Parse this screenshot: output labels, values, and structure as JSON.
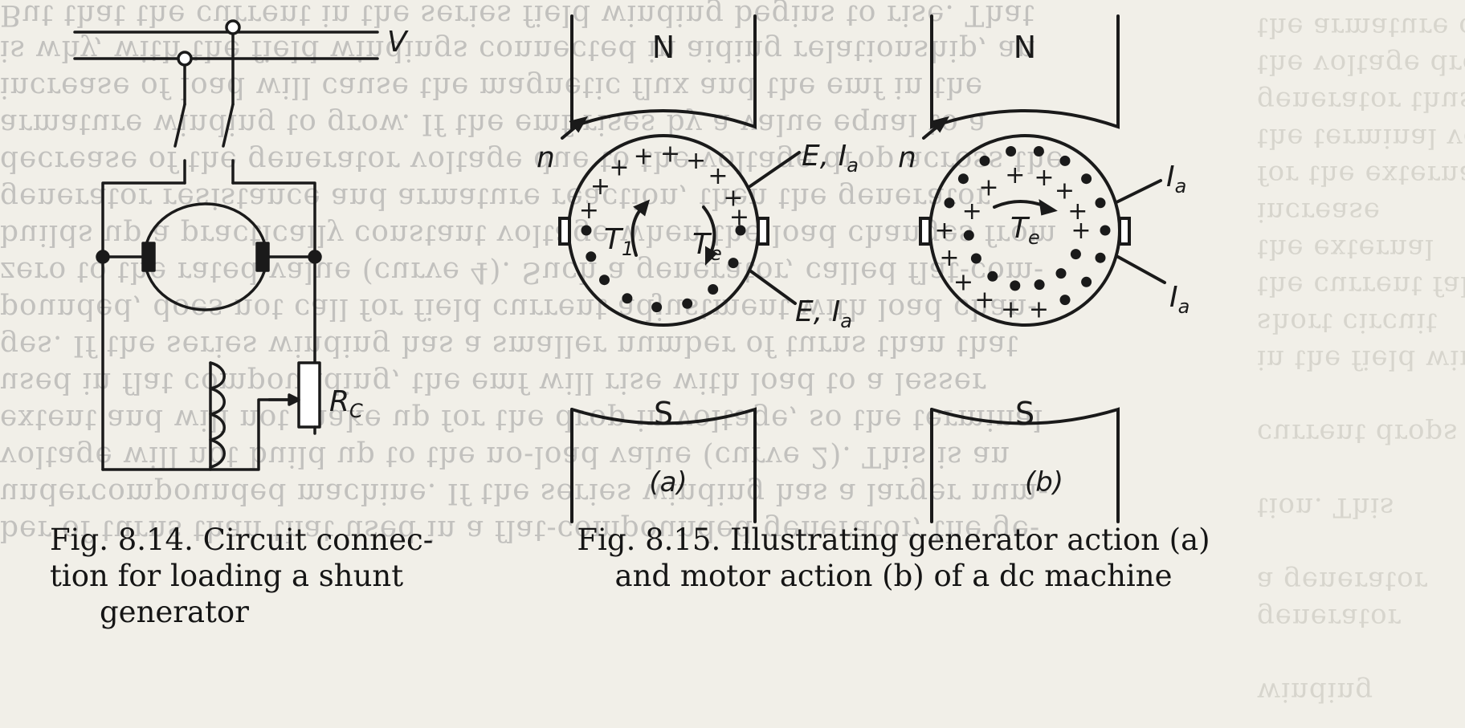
{
  "bleed_through_text": [
    "But that the current in the series field winding begins to rise. That",
    "is why, with the field windings connected in aiding relationship, an",
    "increase of load will cause the magnetic flux and the emf in the",
    "armature winding to grow. If the emf rises by a value equal to a",
    "decrease of the generator voltage due to the voltage drop across the",
    "generator resistance and armature reaction, then the generator",
    "builds up a practically constant voltage when the load changes from",
    "zero to the rated value (curve 4). Such a generator, called flat-com-",
    "pounded, does not call for field current adjustment with load chan-",
    "ges. If the series winding has a smaller number of turns than that",
    "used in flat compounding, the emf will rise with load to a lesser",
    "extent and will not make up for the drop in voltage, so the terminal",
    "voltage will not build up to the no-load value (curve 2). This is an",
    "undercompounded machine. If the series winding has a larger num-",
    "ber of turns than that used in a flat-compounded generator, the ge-"
  ],
  "back_page_text": [
    "the armature current, so it",
    "the voltage drop. The",
    "generator thus drops",
    "the terminal voltage",
    "for the external characteristic",
    "increase",
    "the external",
    "the current falls off",
    "short circuit",
    "in the field winding",
    "current drops",
    "tion. This",
    "a generator",
    "generator",
    "winding"
  ],
  "fig814": {
    "label_v": "V",
    "label_rc": "R",
    "label_rc_sub": "C",
    "caption": [
      "Fig. 8.14. Circuit connec-",
      "tion for loading a shunt",
      "generator"
    ]
  },
  "fig815": {
    "a": {
      "pole_top": "N",
      "pole_bottom": "S",
      "rotation": "n",
      "torque_1": "T",
      "torque_1_sub": "1",
      "torque_e": "T",
      "torque_e_sub": "e",
      "emf_top": "E, I",
      "emf_top_sub": "a",
      "emf_bottom": "E, I",
      "emf_bottom_sub": "a",
      "panel": "(a)"
    },
    "b": {
      "pole_top": "N",
      "pole_bottom": "S",
      "rotation": "n",
      "torque_e": "T",
      "torque_e_sub": "e",
      "current_top": "I",
      "current_top_sub": "a",
      "current_bottom": "I",
      "current_bottom_sub": "a",
      "panel": "(b)"
    },
    "caption": [
      "Fig. 8.15. Illustrating generator action (a)",
      "and motor action (b) of a dc machine"
    ]
  }
}
